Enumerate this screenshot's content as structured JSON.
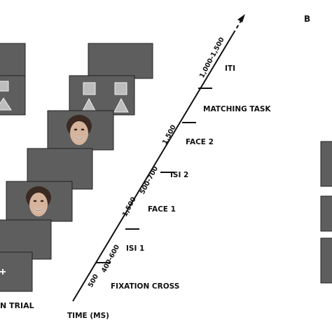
{
  "panel_b_label": "B",
  "trial_label": "N TRIAL",
  "timeline": {
    "axis_label": "TIME (MS)",
    "events": [
      {
        "name": "FIXATION CROSS",
        "duration": "500"
      },
      {
        "name": "ISI 1",
        "duration": "400-600"
      },
      {
        "name": "FACE 1",
        "duration": "1,500"
      },
      {
        "name": "ISI 2",
        "duration": "500-700"
      },
      {
        "name": "FACE 2",
        "duration": "1,500"
      },
      {
        "name": "MATCHING TASK",
        "duration": ""
      },
      {
        "name": "ITI",
        "duration": "1,000-1,500"
      }
    ]
  },
  "screens": [
    {
      "content": "blank"
    },
    {
      "content": "shapes"
    },
    {
      "content": "blank"
    },
    {
      "content": "shapes"
    },
    {
      "content": "face"
    },
    {
      "content": "blank"
    },
    {
      "content": "face"
    },
    {
      "content": "blank"
    },
    {
      "content": "fixation"
    }
  ],
  "colors": {
    "screen": "#5e5e5e",
    "background": "#ffffff",
    "ink": "#111111"
  }
}
